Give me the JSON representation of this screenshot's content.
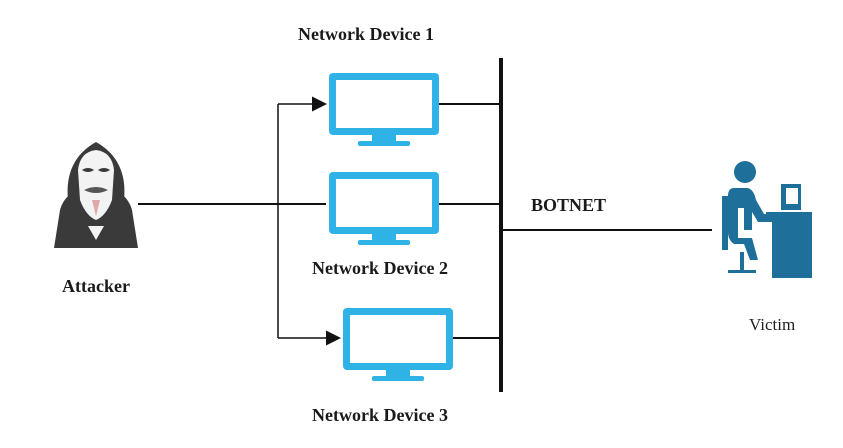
{
  "nodes": {
    "attacker": {
      "label": "Attacker",
      "icon": "hacker-icon"
    },
    "devices": [
      {
        "label": "Network Device 1",
        "icon": "monitor-icon"
      },
      {
        "label": "Network Device 2",
        "icon": "monitor-icon"
      },
      {
        "label": "Network Device 3",
        "icon": "monitor-icon"
      }
    ],
    "botnet": {
      "label": "BOTNET"
    },
    "victim": {
      "label": "Victim",
      "icon": "user-at-computer-icon"
    }
  },
  "colors": {
    "monitor": "#2fb3e6",
    "victim": "#1e6f9a",
    "line": "#111111",
    "hacker_dark": "#3a3a3a",
    "mask": "#f3f3f3",
    "mask_accent": "#e0a8a8"
  }
}
